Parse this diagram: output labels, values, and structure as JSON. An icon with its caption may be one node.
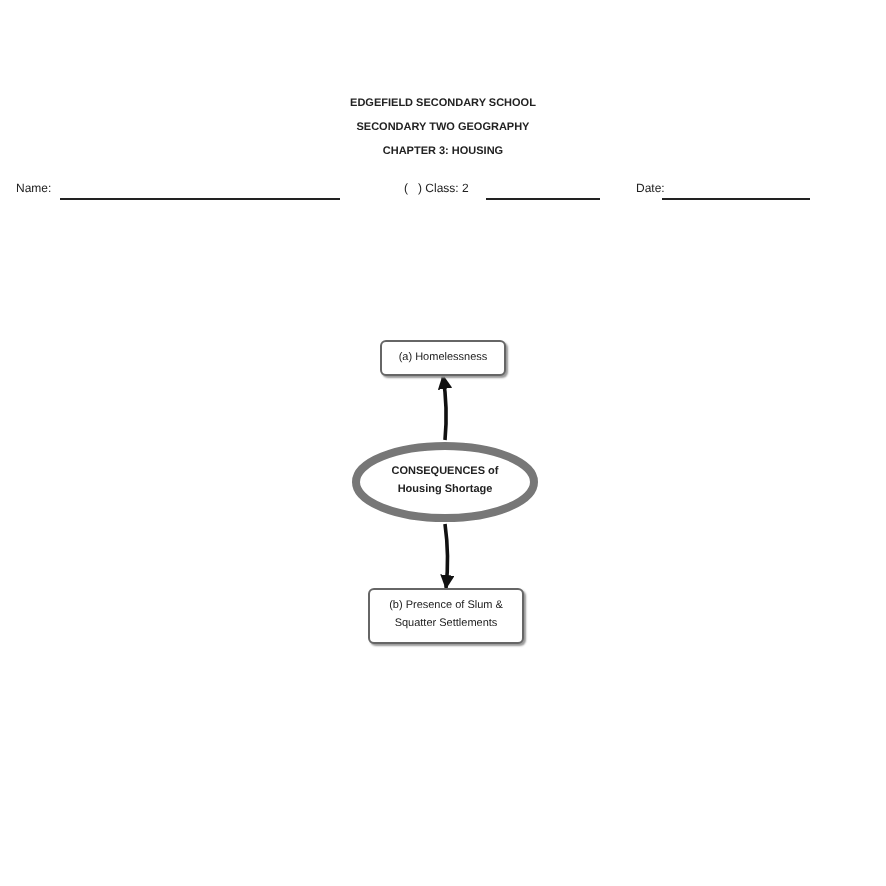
{
  "diagram": {
    "title": "EDGEFIELD SECONDARY SCHOOL",
    "nodes": [
      {
        "text": [
          "(a) Homelessness"
        ]
      },
      {
        "text": [
          "CONSEQUENCES of Housing Shortage"
        ]
      },
      {
        "text": [
          "(b) Presence of Slum & Squatter Settlements"
        ]
      }
    ],
    "edges": [
      {
        "from": 1,
        "to": 0,
        "arrow": "to"
      },
      {
        "from": 1,
        "to": 2,
        "arrow": "to"
      }
    ],
    "labels": [
      "SECONDARY TWO GEOGRAPHY",
      "CHAPTER 3: HOUSING",
      "Name:",
      "(",
      ") Class: 2",
      "Date:"
    ]
  }
}
